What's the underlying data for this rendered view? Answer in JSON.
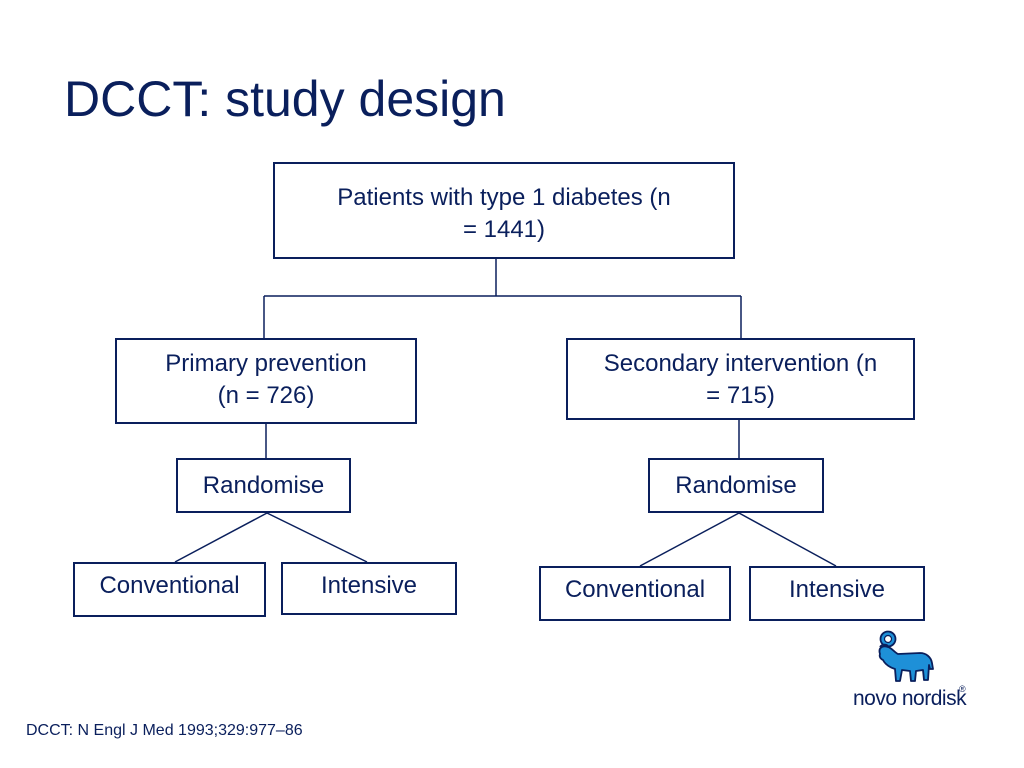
{
  "title": "DCCT: study design",
  "flowchart": {
    "root": {
      "line1": "Patients with type 1 diabetes (n",
      "line2": "= 1441)"
    },
    "primary": {
      "line1": "Primary prevention",
      "line2": "(n = 726)"
    },
    "secondary": {
      "line1": "Secondary intervention (n",
      "line2": "= 715)"
    },
    "randomise_left": "Randomise",
    "randomise_right": "Randomise",
    "arms_left": {
      "conventional": "Conventional",
      "intensive": "Intensive"
    },
    "arms_right": {
      "conventional": "Conventional",
      "intensive": "Intensive"
    }
  },
  "citation": "DCCT: N Engl J Med 1993;329:977–86",
  "logo": {
    "wordmark": "novo nordisk",
    "registered_mark": "®",
    "icon": "bull-logo-icon"
  },
  "colors": {
    "text": "#0a1f5c",
    "lines": "#0a1f5c",
    "logo_blue": "#1e90d8",
    "background": "#ffffff"
  }
}
